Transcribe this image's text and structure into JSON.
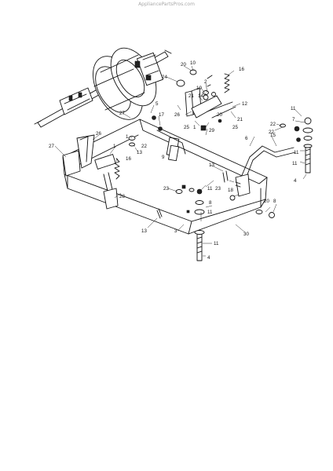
{
  "watermark": "AppliancePartsPros.com",
  "callouts": [
    "1",
    "1",
    "1",
    "2",
    "4",
    "4",
    "5",
    "6",
    "7",
    "7",
    "8",
    "9",
    "10",
    "11",
    "11",
    "11",
    "11",
    "11",
    "12",
    "13",
    "13",
    "13",
    "14",
    "15",
    "16",
    "16",
    "17",
    "18",
    "19",
    "20",
    "20",
    "21",
    "21",
    "22",
    "22",
    "22",
    "23",
    "24",
    "25",
    "25",
    "26",
    "26",
    "27",
    "27",
    "28",
    "29",
    "30"
  ],
  "colors": {
    "line": "#111111",
    "paper": "#ffffff",
    "watermark": "#a8a8a8"
  }
}
